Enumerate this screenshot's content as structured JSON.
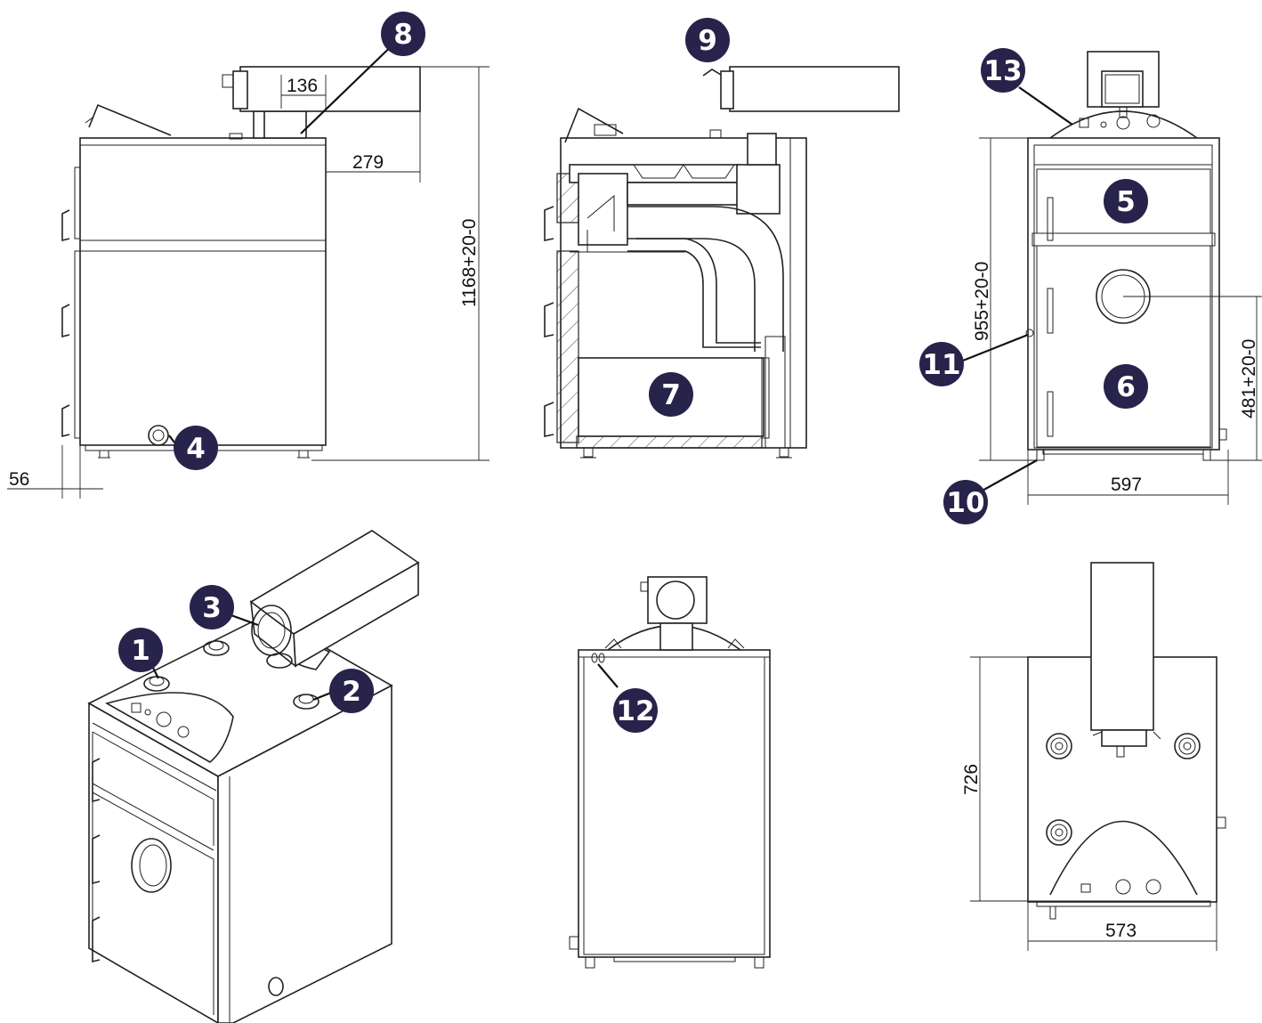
{
  "dimensions": {
    "d136": "136",
    "d279": "279",
    "d1168": "1168+20-0",
    "d56": "56",
    "d955": "955+20-0",
    "d481": "481+20-0",
    "d597": "597",
    "d726": "726",
    "d573": "573"
  },
  "callouts": [
    "1",
    "2",
    "3",
    "4",
    "5",
    "6",
    "7",
    "8",
    "9",
    "10",
    "11",
    "12",
    "13"
  ],
  "colors": {
    "badge": "#27234a",
    "line": "#222222",
    "background": "#ffffff"
  }
}
